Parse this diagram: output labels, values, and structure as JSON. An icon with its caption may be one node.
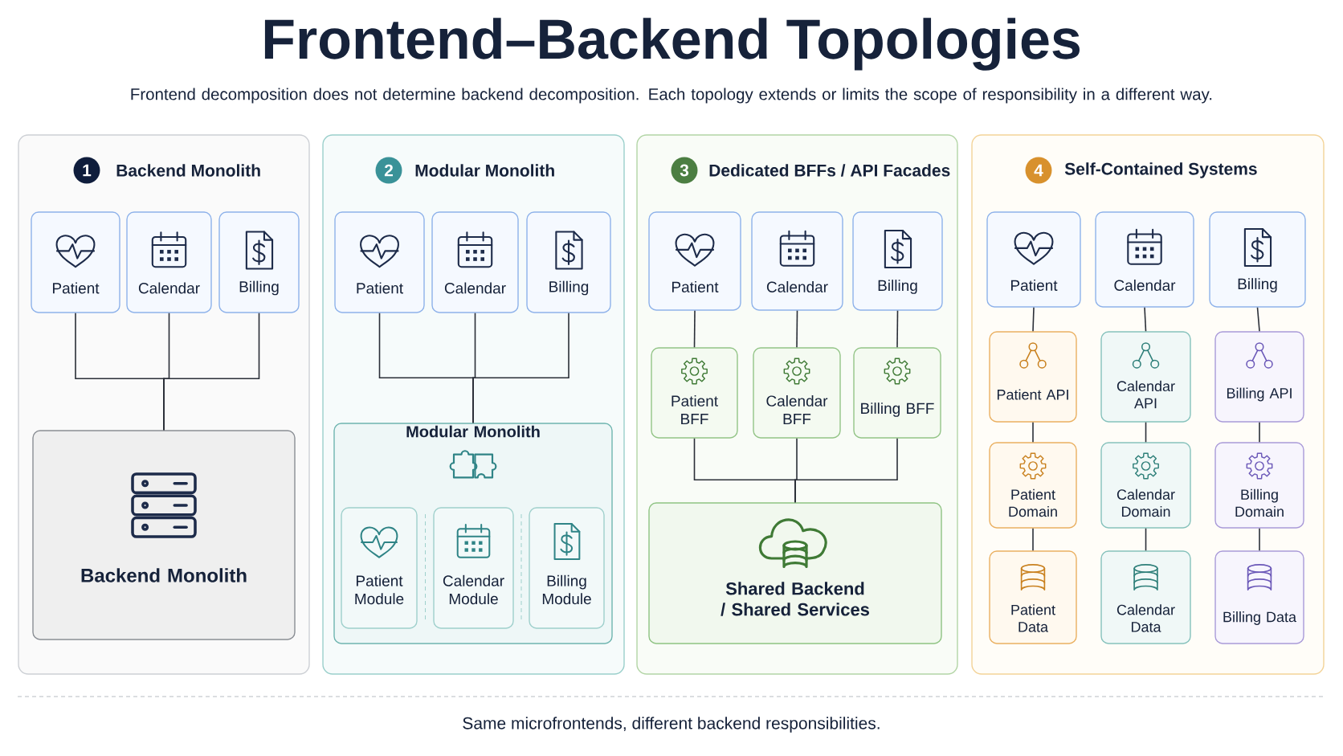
{
  "diagram": {
    "title": "Frontend–Backend Topologies",
    "caption": "Same microfrontends, different backend responsibilities.",
    "labels": [
      "Frontend decomposition does not determine backend decomposition. Each topology extends or limits the scope of responsibility in a different way."
    ],
    "nodes": [
      {
        "text": [
          "1",
          "Backend Monolith"
        ]
      },
      {
        "text": [
          "Patient"
        ],
        "in": 0
      },
      {
        "text": [
          "Calendar"
        ],
        "in": 0
      },
      {
        "text": [
          "Billing"
        ],
        "in": 0
      },
      {
        "text": [
          "Backend Monolith"
        ],
        "in": 0
      },
      {
        "text": [
          "2",
          "Modular Monolith"
        ]
      },
      {
        "text": [
          "Patient"
        ],
        "in": 5
      },
      {
        "text": [
          "Calendar"
        ],
        "in": 5
      },
      {
        "text": [
          "Billing"
        ],
        "in": 5
      },
      {
        "text": [
          "Modular Monolith"
        ],
        "in": 5
      },
      {
        "text": [
          "Patient Module"
        ],
        "in": 9
      },
      {
        "text": [
          "Calendar Module"
        ],
        "in": 9
      },
      {
        "text": [
          "Billing Module"
        ],
        "in": 9
      },
      {
        "text": [
          "3",
          "Dedicated BFFs / API Facades"
        ]
      },
      {
        "text": [
          "Patient"
        ],
        "in": 13
      },
      {
        "text": [
          "Calendar"
        ],
        "in": 13
      },
      {
        "text": [
          "Billing"
        ],
        "in": 13
      },
      {
        "text": [
          "Patient BFF"
        ],
        "in": 13
      },
      {
        "text": [
          "Calendar BFF"
        ],
        "in": 13
      },
      {
        "text": [
          "Billing BFF"
        ],
        "in": 13
      },
      {
        "text": [
          "Shared Backend / Shared Services"
        ],
        "in": 13
      },
      {
        "text": [
          "4",
          "Self-Contained Systems"
        ]
      },
      {
        "text": [
          "Patient"
        ],
        "in": 21
      },
      {
        "text": [
          "Calendar"
        ],
        "in": 21
      },
      {
        "text": [
          "Billing"
        ],
        "in": 21
      },
      {
        "text": [
          "Patient API"
        ],
        "in": 21
      },
      {
        "text": [
          "Calendar API"
        ],
        "in": 21
      },
      {
        "text": [
          "Billing API"
        ],
        "in": 21
      },
      {
        "text": [
          "Patient Domain"
        ],
        "in": 21
      },
      {
        "text": [
          "Calendar Domain"
        ],
        "in": 21
      },
      {
        "text": [
          "Billing Domain"
        ],
        "in": 21
      },
      {
        "text": [
          "Patient Data"
        ],
        "in": 21
      },
      {
        "text": [
          "Calendar Data"
        ],
        "in": 21
      },
      {
        "text": [
          "Billing Data"
        ],
        "in": 21
      }
    ],
    "edges": [
      {
        "from": 1,
        "to": 4,
        "arrow": "none"
      },
      {
        "from": 2,
        "to": 4,
        "arrow": "none"
      },
      {
        "from": 3,
        "to": 4,
        "arrow": "none"
      },
      {
        "from": 6,
        "to": 9,
        "arrow": "none"
      },
      {
        "from": 7,
        "to": 9,
        "arrow": "none"
      },
      {
        "from": 8,
        "to": 9,
        "arrow": "none"
      },
      {
        "from": 14,
        "to": 17,
        "arrow": "none"
      },
      {
        "from": 15,
        "to": 18,
        "arrow": "none"
      },
      {
        "from": 16,
        "to": 19,
        "arrow": "none"
      },
      {
        "from": 17,
        "to": 20,
        "arrow": "none"
      },
      {
        "from": 18,
        "to": 20,
        "arrow": "none"
      },
      {
        "from": 19,
        "to": 20,
        "arrow": "none"
      },
      {
        "from": 22,
        "to": 25,
        "arrow": "none"
      },
      {
        "from": 25,
        "to": 28,
        "arrow": "none"
      },
      {
        "from": 28,
        "to": 31,
        "arrow": "none"
      },
      {
        "from": 23,
        "to": 26,
        "arrow": "none"
      },
      {
        "from": 26,
        "to": 29,
        "arrow": "none"
      },
      {
        "from": 29,
        "to": 32,
        "arrow": "none"
      },
      {
        "from": 24,
        "to": 27,
        "arrow": "none"
      },
      {
        "from": 27,
        "to": 30,
        "arrow": "none"
      },
      {
        "from": 30,
        "to": 33,
        "arrow": "none"
      }
    ]
  }
}
